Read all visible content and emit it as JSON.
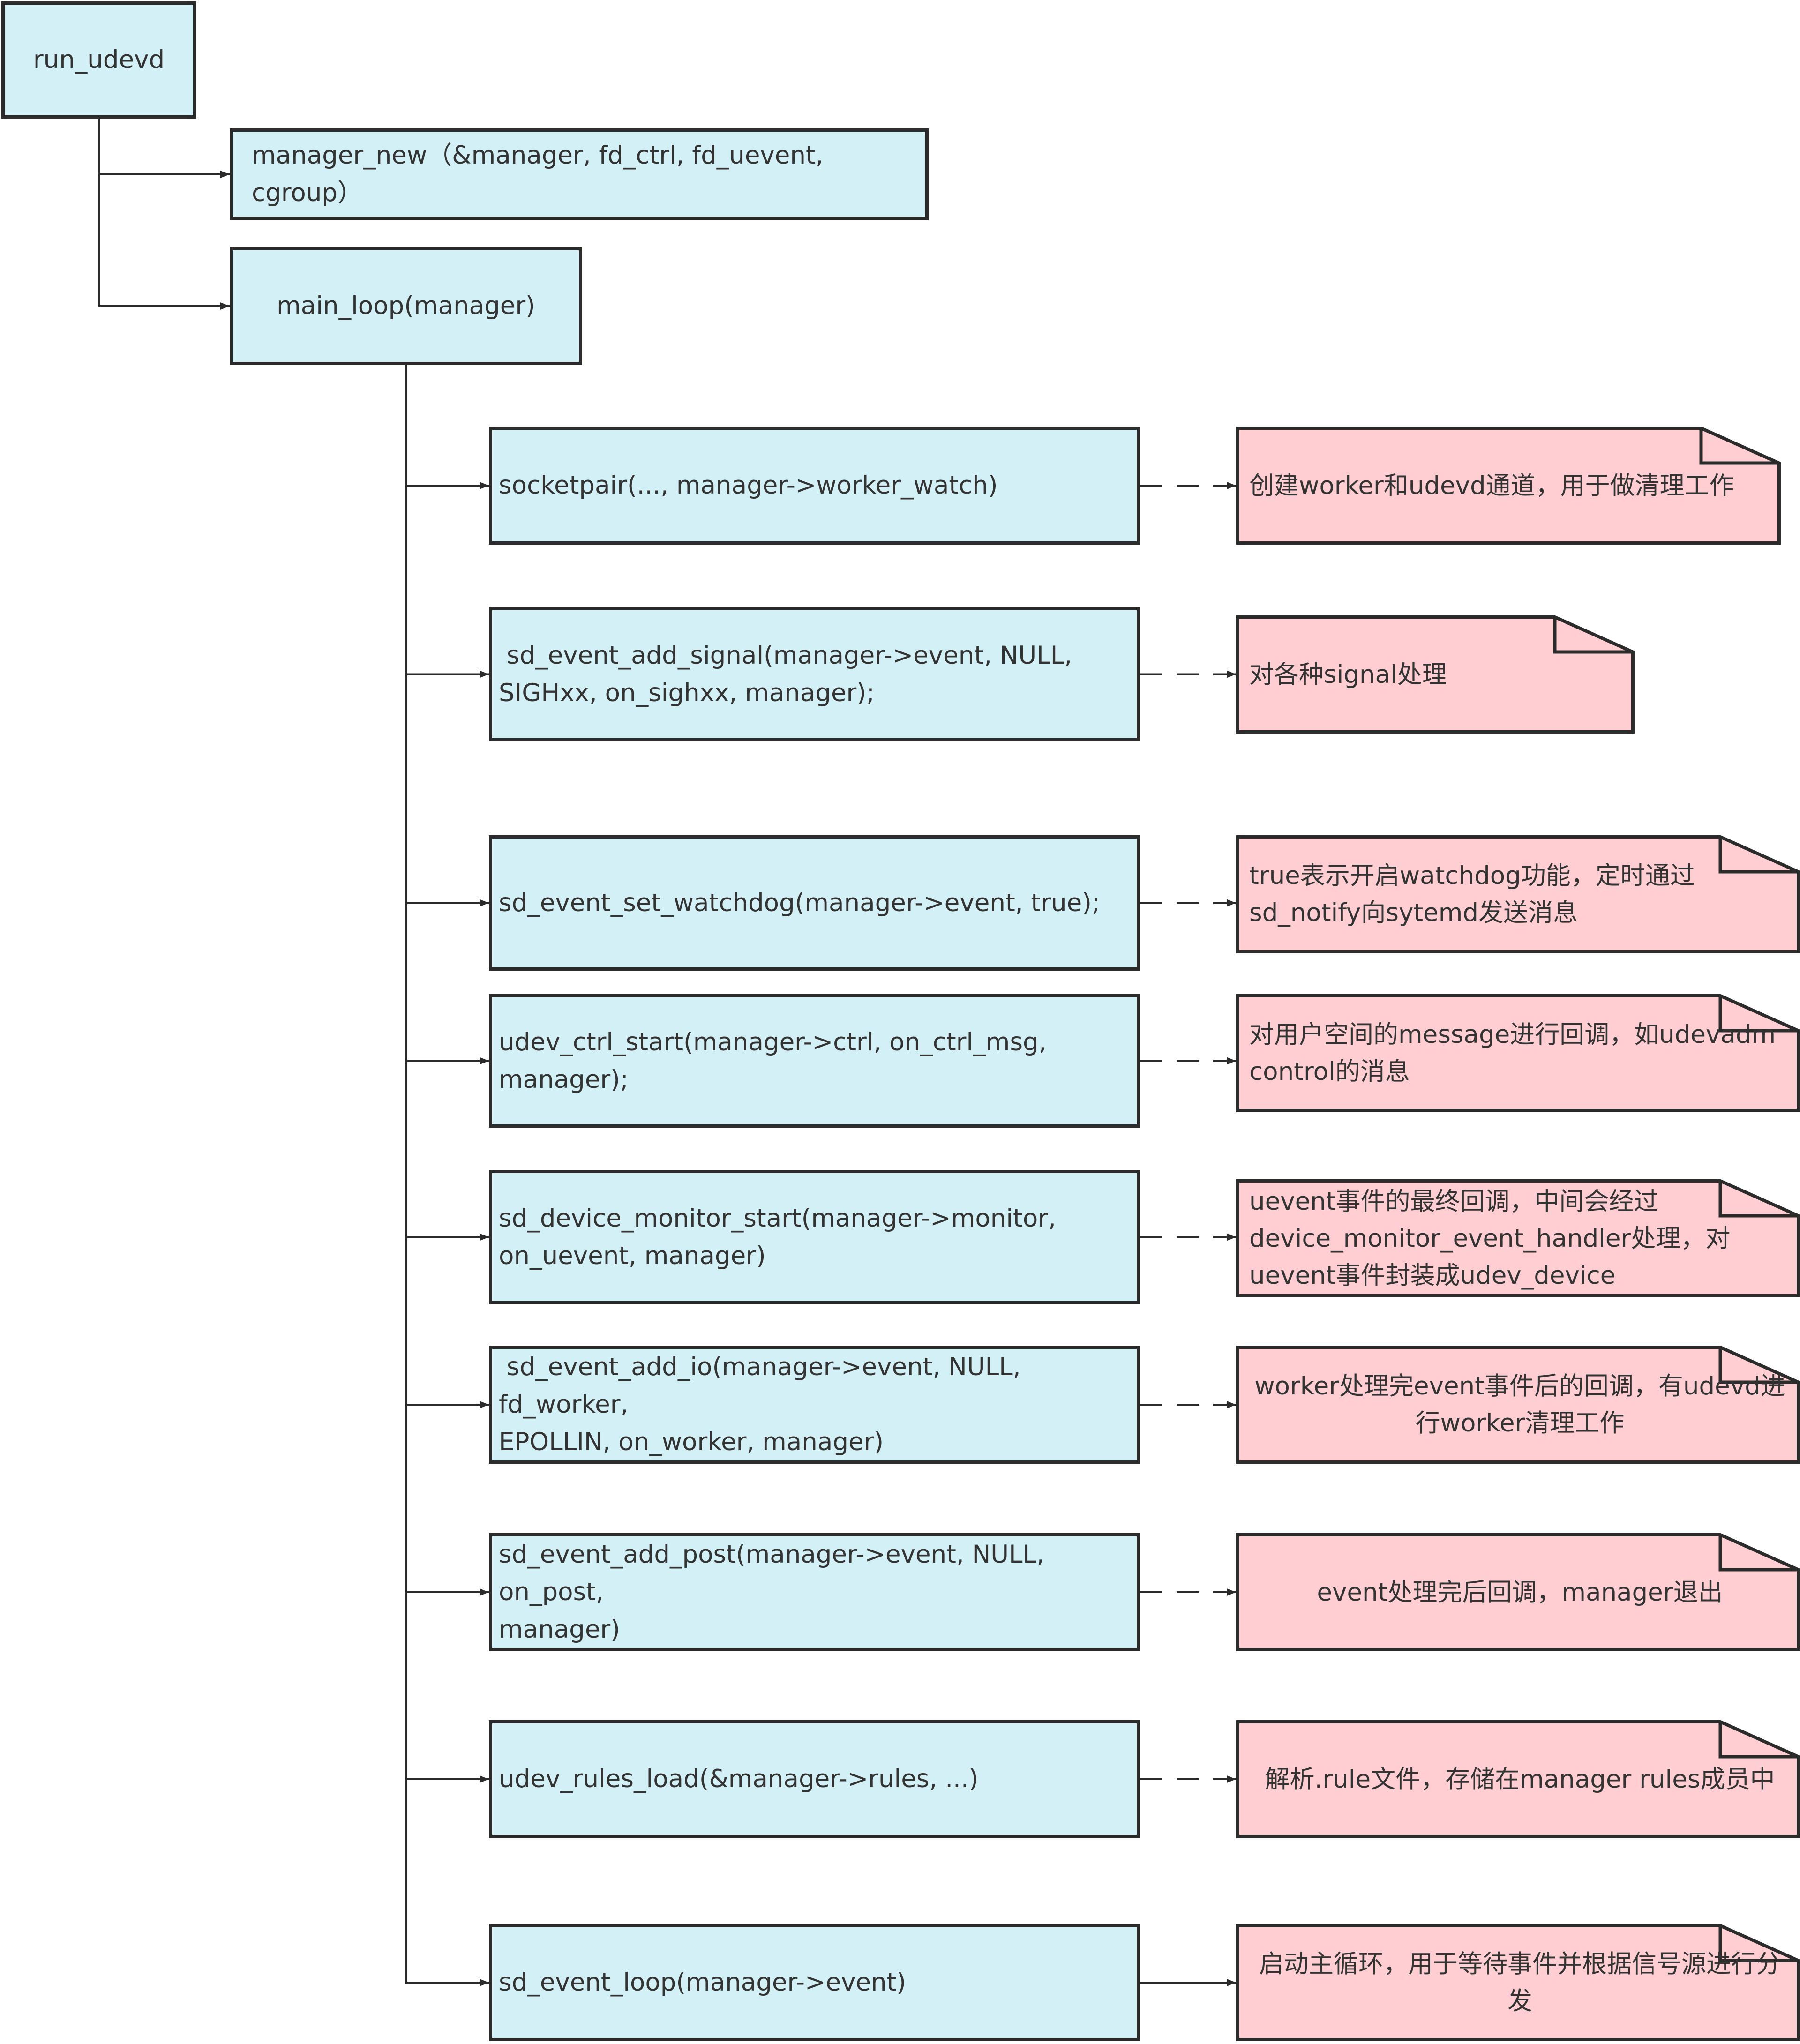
{
  "colors": {
    "call_box_fill": "#d2f0f5",
    "note_fill": "#ffced2",
    "stroke": "#2b2b2b",
    "text": "#333333"
  },
  "root": {
    "label": "run_udevd"
  },
  "calls": [
    {
      "id": "manager-new",
      "label": "manager_new（&manager, fd_ctrl, fd_uevent, cgroup）"
    },
    {
      "id": "main-loop",
      "label": "main_loop(manager)"
    }
  ],
  "steps": [
    {
      "id": "socketpair",
      "call": "socketpair(..., manager->worker_watch)",
      "note": "创建worker和udevd通道，用于做清理工作"
    },
    {
      "id": "add-signal",
      "call": " sd_event_add_signal(manager->event, NULL,\nSIGHxx, on_sighxx, manager);",
      "note": "对各种signal处理"
    },
    {
      "id": "set-watchdog",
      "call": "sd_event_set_watchdog(manager->event, true);",
      "note": "true表示开启watchdog功能，定时通过\nsd_notify向sytemd发送消息"
    },
    {
      "id": "ctrl-start",
      "call": "udev_ctrl_start(manager->ctrl, on_ctrl_msg,\nmanager);",
      "note": "对用户空间的message进行回调，如udevadm\ncontrol的消息"
    },
    {
      "id": "monitor-start",
      "call": "sd_device_monitor_start(manager->monitor,\non_uevent, manager)",
      "note": "uevent事件的最终回调，中间会经过\ndevice_monitor_event_handler处理，对\nuevent事件封装成udev_device"
    },
    {
      "id": "add-io",
      "call": " sd_event_add_io(manager->event, NULL, fd_worker,\nEPOLLIN, on_worker, manager)",
      "note": "worker处理完event事件后的回调，有udevd进\n行worker清理工作"
    },
    {
      "id": "add-post",
      "call": "sd_event_add_post(manager->event, NULL, on_post,\nmanager)",
      "note": "event处理完后回调，manager退出"
    },
    {
      "id": "rules-load",
      "call": "udev_rules_load(&manager->rules, ...)",
      "note": "解析.rule文件，存储在manager rules成员中"
    },
    {
      "id": "event-loop",
      "call": "sd_event_loop(manager->event)",
      "note": "启动主循环，用于等待事件并根据信号源进行分\n发"
    }
  ]
}
